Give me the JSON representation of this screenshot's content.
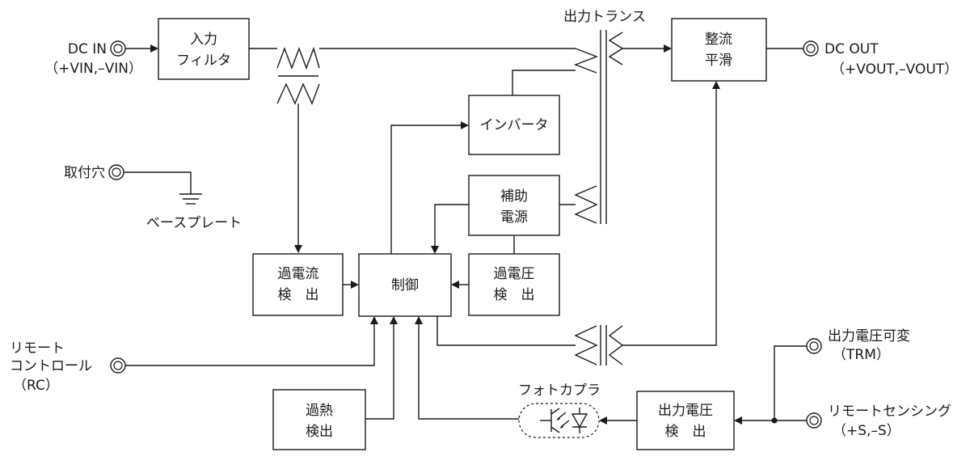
{
  "blocks": {
    "input_filter": [
      "入力",
      "フィルタ"
    ],
    "rectifier": [
      "整流",
      "平滑"
    ],
    "inverter": [
      "インバータ"
    ],
    "aux_power": [
      "補助",
      "電源"
    ],
    "control": [
      "制御"
    ],
    "overcurrent": [
      "過電流",
      "検　出"
    ],
    "overvoltage": [
      "過電圧",
      "検　出"
    ],
    "overheat": [
      "過熱",
      "検出"
    ],
    "output_voltage_detect": [
      "出力電圧",
      "検　出"
    ]
  },
  "terminals": {
    "dc_in": [
      "DC IN",
      "（+VIN,–VIN）"
    ],
    "dc_out": [
      "DC OUT",
      "（+VOUT,–VOUT）"
    ],
    "mount_hole": "取付穴",
    "remote_control": [
      "リモート",
      "コントロール",
      "（RC）"
    ],
    "trim": [
      "出力電圧可変",
      "（TRM）"
    ],
    "remote_sense": [
      "リモートセンシング",
      "（+S,–S）"
    ]
  },
  "labels": {
    "output_transformer": "出力トランス",
    "base_plate": "ベースプレート",
    "photocoupler": "フォトカプラ"
  }
}
